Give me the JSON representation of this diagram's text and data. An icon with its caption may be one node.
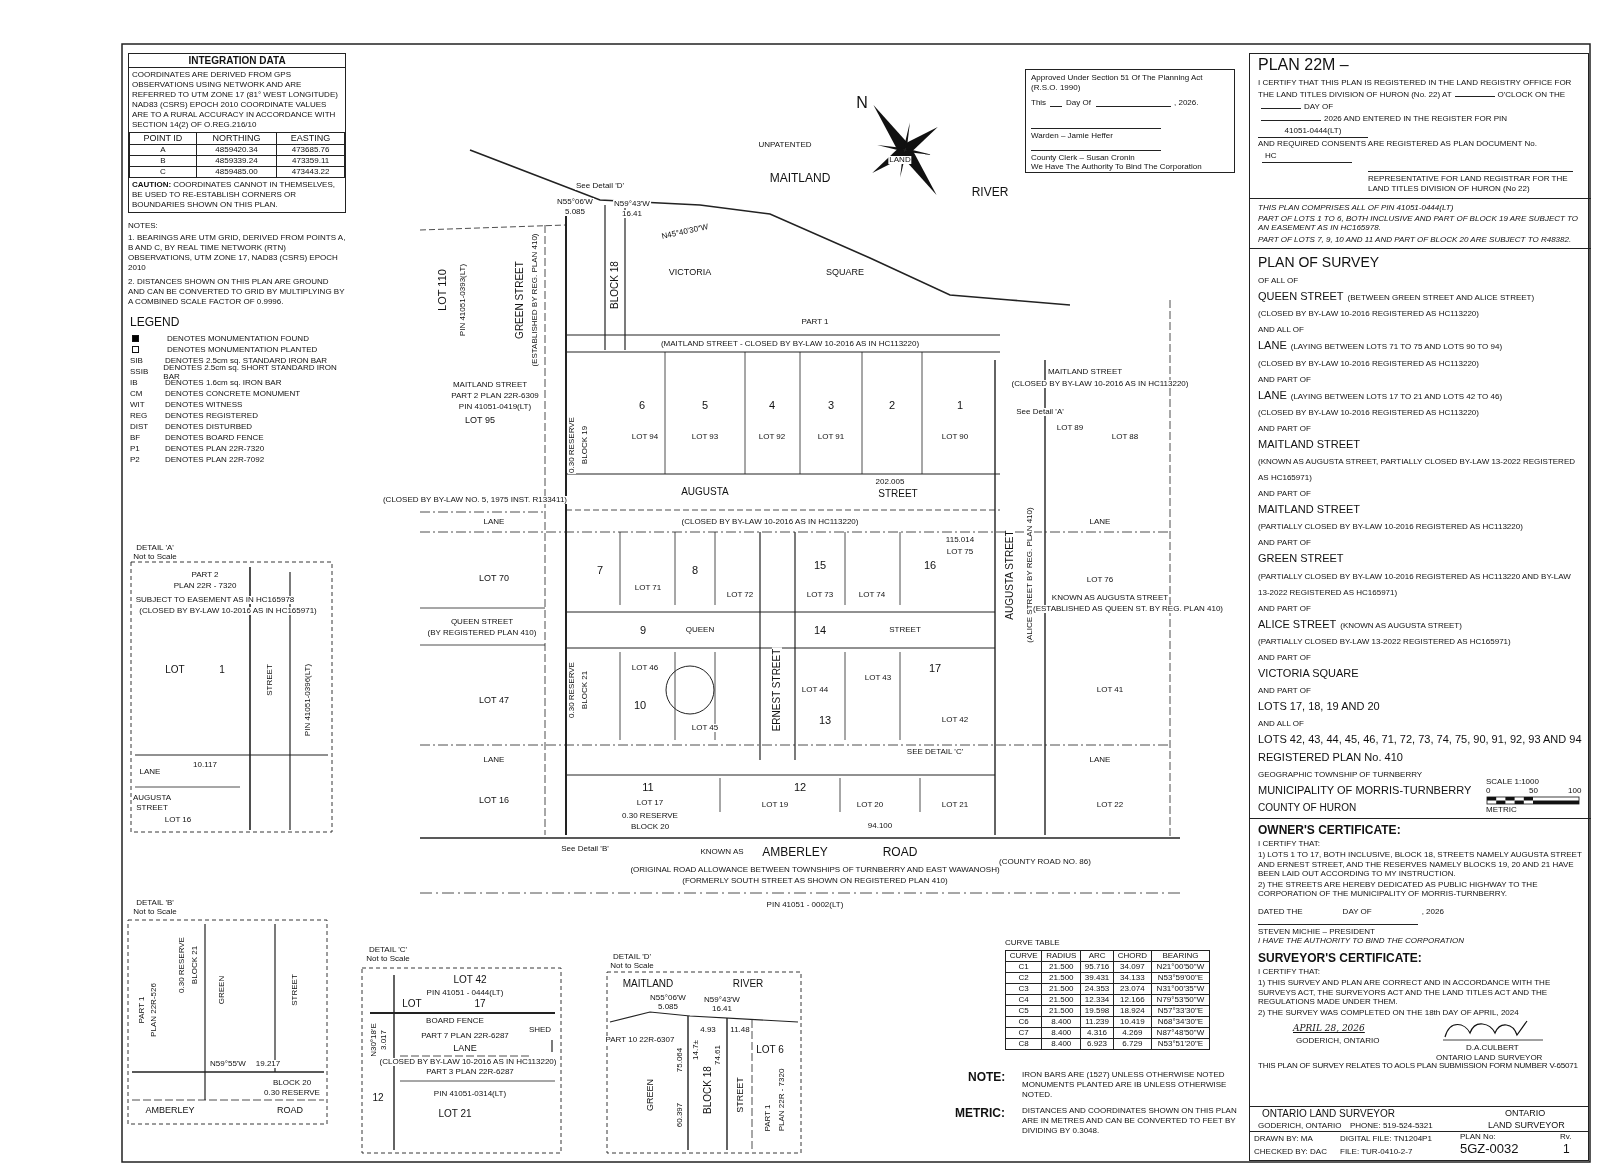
{
  "diagram": {
    "labels": [
      "INTEGRATION DATA",
      "COORDINATES ARE DERIVED FROM GPS OBSERVATIONS USING NETWORK AND ARE REFERRED TO UTM ZONE 17 (81° WEST LONGITUDE) NAD83 (CSRS) EPOCH 2010 COORDINATE VALUES ARE TO A RURAL ACCURACY IN ACCORDANCE WITH SECTION 14(2) OF O.REG.216/10",
      "POINT ID",
      "NORTHING",
      "EASTING",
      "A",
      "4859420.34",
      "473685.76",
      "B",
      "4859339.24",
      "473359.11",
      "C",
      "4859485.00",
      "473443.22",
      "**CAUTION:** COORDINATES CANNOT IN THEMSELVES, BE USED TO RE-ESTABLISH CORNERS OR BOUNDARIES SHOWN ON THIS PLAN.",
      "NOTES:",
      "1. BEARINGS ARE UTM GRID, DERIVED FROM POINTS A, B AND C, BY REAL TIME NETWORK (RTN) OBSERVATIONS, UTM ZONE 17, NAD83 (CSRS) EPOCH 2010",
      "2. DISTANCES SHOWN ON THIS PLAN ARE GROUND AND CAN BE CONVERTED TO GRID BY MULTIPLYING BY A COMBINED SCALE FACTOR OF 0.9996.",
      "LEGEND",
      "SIB",
      "DENOTES 2.5cm sq. STANDARD IRON BAR",
      "SSIB",
      "DENOTES 2.5cm sq. SHORT STANDARD IRON BAR",
      "IB",
      "DENOTES 1.6cm sq. IRON BAR",
      "CM",
      "DENOTES CONCRETE MONUMENT",
      "WIT",
      "DENOTES WITNESS",
      "REG",
      "DENOTES REGISTERED",
      "DIST",
      "DENOTES DISTURBED",
      "BF",
      "DENOTES BOARD FENCE",
      "P1",
      "DENOTES PLAN 22R-7320",
      "P2",
      "DENOTES PLAN 22R-7092",
      "Approved Under Section 51 Of The Planning Act (R.S.O. 1990)",
      "This",
      "Day Of",
      ", 2026.",
      "Warden – Jamie Heffer",
      "County Clerk – Susan Cronin",
      "We Have The Authority To Bind The Corporation",
      "PLAN 22M –",
      "I CERTIFY THAT THIS PLAN IS REGISTERED IN THE LAND REGISTRY OFFICE FOR THE LAND TITLES DIVISION OF HURON (No. 22) AT",
      "O'CLOCK ON THE",
      "DAY OF",
      "2026 AND ENTERED IN THE REGISTER FOR PIN",
      "41051-0444(LT)",
      "AND REQUIRED CONSENTS ARE REGISTERED AS PLAN DOCUMENT No.",
      "HC",
      "REPRESENTATIVE FOR LAND REGISTRAR FOR THE LAND TITLES DIVISION OF HURON (No 22)",
      "THIS PLAN COMPRISES ALL OF PIN 41051-0444(LT)",
      "PART OF LOTS 1 TO 6, BOTH INCLUSIVE AND PART OF BLOCK 19 ARE SUBJECT TO AN EASEMENT AS IN HC165978.",
      "PART OF LOTS 7, 9, 10 AND 11 AND PART OF BLOCK 20 ARE SUBJECT TO R48382.",
      "PLAN OF SURVEY",
      "OF ALL OF",
      "QUEEN STREET",
      "(BETWEEN GREEN STREET AND ALICE STREET)",
      "(CLOSED BY BY-LAW 10-2016 REGISTERED AS HC113220)",
      "AND ALL OF",
      "LANE",
      "(LAYING BETWEEN LOTS 71 TO 75 AND LOTS 90 TO 94)",
      "(CLOSED BY BY-LAW 10-2016 REGISTERED AS HC113220)",
      "AND PART OF",
      "LANE",
      "(LAYING BETWEEN LOTS 17 TO 21 AND LOTS 42 TO 46)",
      "(CLOSED BY BY-LAW 10-2016 REGISTERED AS HC113220)",
      "AND PART OF",
      "MAITLAND STREET",
      "(KNOWN AS AUGUSTA STREET, PARTIALLY CLOSED BY-LAW 13-2022 REGISTERED AS HC165971)",
      "AND PART OF",
      "MAITLAND STREET",
      "(PARTIALLY CLOSED BY BY-LAW 10-2016 REGISTERED AS HC113220)",
      "AND PART OF",
      "GREEN STREET",
      "(PARTIALLY CLOSED BY BY-LAW 10-2016 REGISTERED AS HC113220 AND BY-LAW 13-2022 REGISTERED AS HC165971)",
      "AND PART OF",
      "ALICE STREET",
      "(KNOWN AS AUGUSTA STREET)",
      "(PARTIALLY CLOSED BY-LAW 13-2022 REGISTERED AS HC165971)",
      "AND PART OF",
      "VICTORIA SQUARE",
      "AND PART OF",
      "LOTS 17, 18, 19 AND 20",
      "AND ALL OF",
      "LOTS 42, 43, 44, 45, 46, 71, 72, 73, 74, 75, 90, 91, 92, 93 AND 94",
      "REGISTERED PLAN No. 410",
      "GEOGRAPHIC TOWNSHIP OF TURNBERRY",
      "MUNICIPALITY OF MORRIS-TURNBERRY",
      "COUNTY OF HURON",
      "SCALE 1:1000",
      "0",
      "50",
      "100",
      "METRIC",
      "OWNER'S CERTIFICATE:",
      "I CERTIFY THAT:",
      "1) LOTS 1 TO 17, BOTH INCLUSIVE, BLOCK 18, STREETS NAMELY AUGUSTA STREET AND ERNEST STREET, AND THE RESERVES NAMELY BLOCKS 19, 20 AND 21 HAVE BEEN LAID OUT ACCORDING TO MY INSTRUCTION.",
      "2) THE STREETS ARE HEREBY DEDICATED AS PUBLIC HIGHWAY TO THE CORPORATION OF THE MUNICIPALITY OF MORRIS-TURNBERRY.",
      "DATED THE",
      "DAY OF",
      ", 2026",
      "STEVEN MICHIE – PRESIDENT",
      "I HAVE THE AUTHORITY TO BIND THE CORPORATION",
      "SURVEYOR'S CERTIFICATE:",
      "I CERTIFY THAT:",
      "1) THIS SURVEY AND PLAN ARE CORRECT AND IN ACCORDANCE WITH THE SURVEYS ACT, THE SURVEYORS ACT AND THE LAND TITLES ACT AND THE REGULATIONS MADE UNDER THEM.",
      "2) THE SURVEY WAS COMPLETED ON THE 18th DAY OF APRIL, 2024",
      "APRIL 28, 2026",
      "GODERICH, ONTARIO",
      "D.A.CULBERT",
      "ONTARIO LAND SURVEYOR",
      "THIS PLAN OF SURVEY RELATES TO AOLS PLAN SUBMISSION FORM NUMBER V-65071",
      "ONTARIO LAND SURVEYOR",
      "GODERICH, ONTARIO",
      "PHONE: 519-524-5321",
      "ONTARIO",
      "LAND SURVEYOR",
      "DRAWN BY: MA",
      "CHECKED BY: DAC",
      "DIGITAL FILE: TN1204P1",
      "FILE: TUR-0410-2-7",
      "PLAN No:",
      "5GZ-0032",
      "Rv.",
      "1",
      "CURVE TABLE",
      "CURVE",
      "RADIUS",
      "ARC",
      "CHORD",
      "BEARING",
      "C1",
      "21.500",
      "95.716",
      "34.097",
      "N21°00'50\"W",
      "C2",
      "21.500",
      "39.431",
      "34.133",
      "N53°59'00\"E",
      "C3",
      "21.500",
      "24.353",
      "23.074",
      "N31°00'35\"W",
      "C4",
      "21.500",
      "12.334",
      "12.166",
      "N79°53'50\"W",
      "C5",
      "21.500",
      "19.598",
      "18.924",
      "N57°33'30\"E",
      "C6",
      "8.400",
      "11.239",
      "10.419",
      "N68°34'30\"E",
      "C7",
      "8.400",
      "4.316",
      "4.269",
      "N87°48'50\"W",
      "C8",
      "8.400",
      "6.923",
      "6.729",
      "N53°51'20\"E",
      "NOTE:",
      "IRON BARS ARE (1527) UNLESS OTHERWISE NOTED MONUMENTS PLANTED ARE IB UNLESS OTHERWISE NOTED.",
      "METRIC:",
      "DISTANCES AND COORDINATES SHOWN ON THIS PLAN ARE IN METRES AND CAN BE CONVERTED TO FEET BY DIVIDING BY 0.3048.",
      "N",
      "UNPATENTED",
      "LAND",
      "MAITLAND",
      "RIVER",
      "See Detail 'D'",
      "N55°06'W",
      "5.085",
      "N59°43'W",
      "16.41",
      "N45°40'30\"W",
      "LOT 110",
      "PIN 41051-0393(LT)",
      "GREEN STREET",
      "(ESTABLISHED BY REG. PLAN 410)",
      "BLOCK 18",
      "VICTORIA",
      "SQUARE",
      "PART 1",
      "(MAITLAND STREET - CLOSED BY BY-LAW 10-2016 AS IN HC113220)",
      "MAITLAND STREET",
      "PART 2 PLAN 22R-6309",
      "PIN 41051-0419(LT)",
      "MAITLAND STREET",
      "(CLOSED BY BY-LAW 10-2016 AS IN HC113220)",
      "See Detail 'A'",
      "0.30 RESERVE",
      "BLOCK 19",
      "6",
      "5",
      "4",
      "3",
      "2",
      "1",
      "LOT 95",
      "LOT 94",
      "LOT 93",
      "LOT 92",
      "LOT 91",
      "LOT 90",
      "LOT 89",
      "LOT 88",
      "202.005",
      "AUGUSTA",
      "STREET",
      "(CLOSED BY BY-LAW NO. 5, 1975 INST. R133411)",
      "LANE",
      "(CLOSED BY BY-LAW 10-2016 AS IN HC113220)",
      "LANE",
      "115.014",
      "LOT 70",
      "7",
      "LOT 71",
      "8",
      "LOT 72",
      "ERNEST STREET",
      "15",
      "LOT 73",
      "LOT 74",
      "16",
      "LOT 75",
      "AUGUSTA STREET",
      "(ALICE STREET BY REG. PLAN 410)",
      "LOT 76",
      "KNOWN AS AUGUSTA STREET",
      "(ESTABLISHED AS QUEEN ST. BY REG. PLAN 410)",
      "QUEEN STREET",
      "(BY REGISTERED PLAN 410)",
      "9",
      "QUEEN",
      "14",
      "STREET",
      "0.30 RESERVE",
      "BLOCK 21",
      "LOT 47",
      "LOT 46",
      "10",
      "LOT 45",
      "LOT 44",
      "13",
      "LOT 43",
      "17",
      "LOT 42",
      "LOT 41",
      "SEE DETAIL 'C'",
      "LANE",
      "LANE",
      "11",
      "LOT 17",
      "12",
      "LOT 19",
      "LOT 20",
      "LOT 21",
      "LOT 22",
      "LOT 16",
      "0.30 RESERVE",
      "BLOCK 20",
      "94.100",
      "See Detail 'B'",
      "KNOWN AS",
      "AMBERLEY",
      "ROAD",
      "(COUNTY ROAD NO. 86)",
      "(ORIGINAL ROAD ALLOWANCE BETWEEN TOWNSHIPS OF TURNBERRY AND EAST WAWANOSH)",
      "(FORMERLY SOUTH STREET AS SHOWN ON REGISTERED PLAN 410)",
      "PIN 41051 - 0002(LT)",
      "DETAIL 'A'",
      "Not to Scale",
      "PART 2",
      "PLAN 22R - 7320",
      "SUBJECT TO EASEMENT AS IN HC165978",
      "(CLOSED BY BY-LAW 10-2016 AS IN HC165971)",
      "LOT",
      "1",
      "STREET",
      "PIN 41051-0396(LT)",
      "10.117",
      "LANE",
      "AUGUSTA",
      "STREET",
      "LOT 16",
      "DETAIL 'B'",
      "Not to Scale",
      "0.30 RESERVE",
      "BLOCK 21",
      "GREEN",
      "STREET",
      "PART 1",
      "PLAN 22R-526",
      "N59°55'W",
      "19.217",
      "BLOCK 20",
      "0.30 RESERVE",
      "AMBERLEY",
      "ROAD",
      "DETAIL 'C'",
      "Not to Scale",
      "LOT 42",
      "PIN 41051 - 0444(LT)",
      "LOT",
      "17",
      "BOARD FENCE",
      "PART 7 PLAN 22R-6287",
      "LANE",
      "SHED",
      "(CLOSED BY BY-LAW 10-2016 AS IN HC113220)",
      "PART 3 PLAN 22R-6287",
      "N30°18'E",
      "3.017",
      "12",
      "PIN 41051-0314(LT)",
      "LOT 21",
      "DETAIL 'D'",
      "Not to Scale",
      "MAITLAND",
      "RIVER",
      "N55°06'W",
      "5.085",
      "N59°43'W",
      "16.41",
      "4.93",
      "11.48",
      "PART 10 22R-6307",
      "LOT 6",
      "75.064",
      "14.7±",
      "GREEN",
      "BLOCK 18",
      "74.61",
      "STREET",
      "60.397",
      "PART 1",
      "PLAN 22R - 7320"
    ],
    "legend": [
      {
        "text": "DENOTES MONUMENTATION FOUND",
        "color": "#000000"
      },
      {
        "text": "DENOTES MONUMENTATION PLANTED"
      }
    ]
  }
}
